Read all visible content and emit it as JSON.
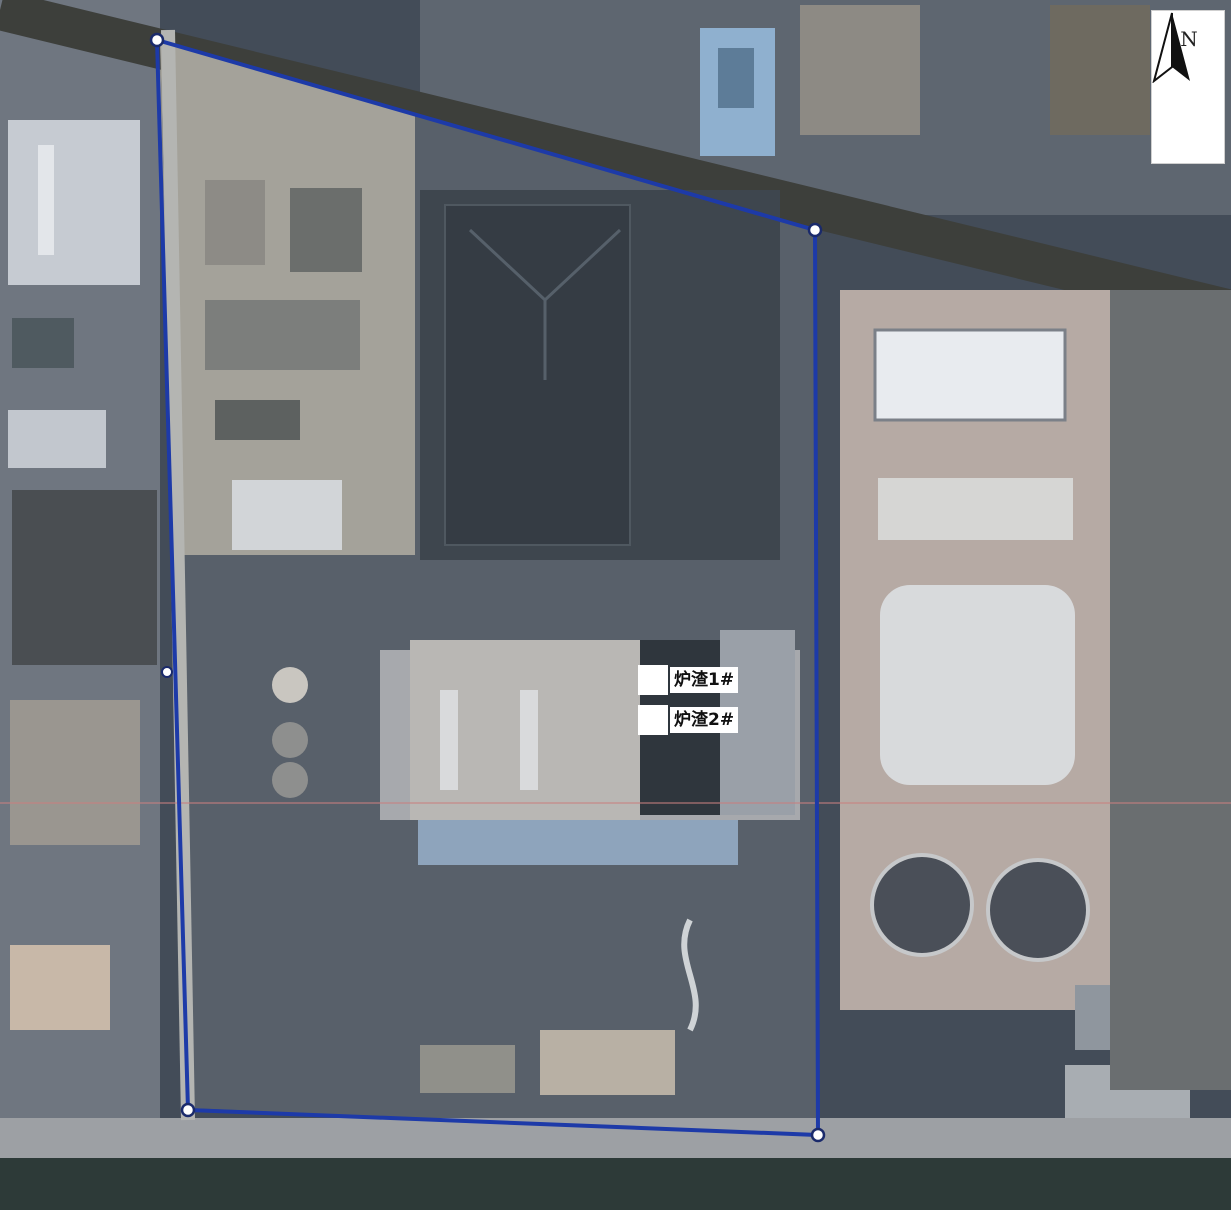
{
  "compass": {
    "letter": "N",
    "icon": "north-arrow-icon"
  },
  "labels": [
    {
      "text": "炉渣1#",
      "swatch_color": "#ffffff"
    },
    {
      "text": "炉渣2#",
      "swatch_color": "#ffffff"
    }
  ],
  "colors": {
    "boundary": "#1d3aa8",
    "vertex_marker": "#ffffff"
  }
}
